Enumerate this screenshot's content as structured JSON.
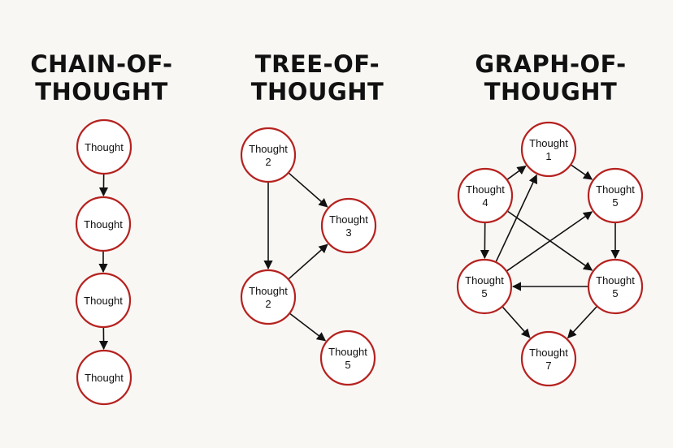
{
  "sections": [
    {
      "title_lines": [
        "CHAIN-OF-",
        "THOUGHT"
      ]
    },
    {
      "title_lines": [
        "TREE-OF-",
        "THOUGHT"
      ]
    },
    {
      "title_lines": [
        "GRAPH-OF-",
        "THOUGHT"
      ]
    }
  ],
  "chain": {
    "nodes": [
      {
        "lines": [
          "Thought"
        ]
      },
      {
        "lines": [
          "Thought"
        ]
      },
      {
        "lines": [
          "Thought"
        ]
      },
      {
        "lines": [
          "Thought"
        ]
      }
    ],
    "edges": [
      [
        0,
        1
      ],
      [
        1,
        2
      ],
      [
        2,
        3
      ]
    ]
  },
  "tree": {
    "nodes": [
      {
        "lines": [
          "Thought",
          "2"
        ]
      },
      {
        "lines": [
          "Thought",
          "3"
        ]
      },
      {
        "lines": [
          "Thought",
          "2"
        ]
      },
      {
        "lines": [
          "Thought",
          "5"
        ]
      }
    ],
    "edges": [
      [
        0,
        1
      ],
      [
        0,
        2
      ],
      [
        2,
        1
      ],
      [
        2,
        3
      ]
    ]
  },
  "graph": {
    "nodes": [
      {
        "lines": [
          "Thought",
          "1"
        ]
      },
      {
        "lines": [
          "Thought",
          "4"
        ]
      },
      {
        "lines": [
          "Thought",
          "5"
        ]
      },
      {
        "lines": [
          "Thought",
          "5"
        ]
      },
      {
        "lines": [
          "Thought",
          "5"
        ]
      },
      {
        "lines": [
          "Thought",
          "7"
        ]
      }
    ],
    "edges": [
      [
        1,
        0
      ],
      [
        0,
        2
      ],
      [
        1,
        3
      ],
      [
        1,
        4
      ],
      [
        4,
        3
      ],
      [
        2,
        4
      ],
      [
        3,
        2
      ],
      [
        3,
        0
      ],
      [
        3,
        5
      ],
      [
        4,
        5
      ]
    ]
  },
  "colors": {
    "node_stroke": "#b5221f",
    "node_fill": "#ffffff",
    "edge": "#111111",
    "background": "#f9f7f4"
  }
}
